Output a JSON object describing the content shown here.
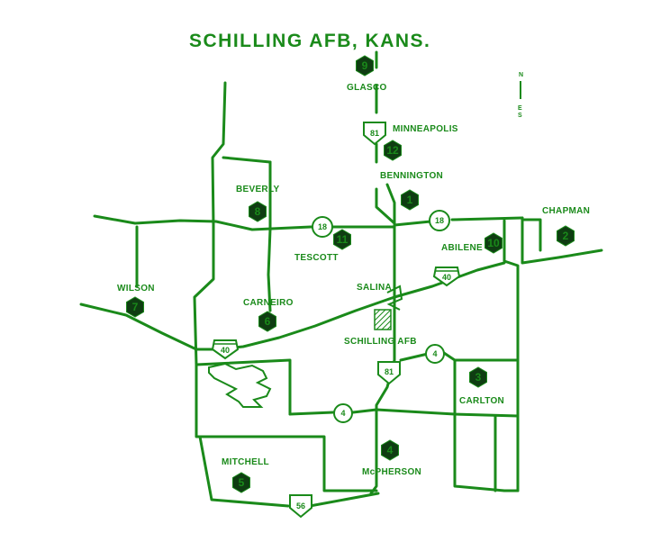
{
  "title": "SCHILLING AFB, KANS.",
  "north_arrow": {
    "letters": [
      "N",
      "E",
      "S"
    ]
  },
  "color": "#1a8a1a",
  "towns": [
    {
      "label": "GLASCO",
      "number": "9"
    },
    {
      "label": "MINNEAPOLIS",
      "number": "12"
    },
    {
      "label": "BENNINGTON",
      "number": "1"
    },
    {
      "label": "BEVERLY",
      "number": "8"
    },
    {
      "label": "CHAPMAN",
      "number": "2"
    },
    {
      "label": "TESCOTT",
      "number": "11"
    },
    {
      "label": "ABILENE",
      "number": "10"
    },
    {
      "label": "WILSON",
      "number": "7"
    },
    {
      "label": "SALINA",
      "number": ""
    },
    {
      "label": "CARNEIRO",
      "number": "6"
    },
    {
      "label": "SCHILLING AFB",
      "number": ""
    },
    {
      "label": "CARLTON",
      "number": "3"
    },
    {
      "label": "MITCHELL",
      "number": "5"
    },
    {
      "label": "McPHERSON",
      "number": "4"
    }
  ],
  "routes": [
    {
      "type": "state",
      "number": "18"
    },
    {
      "type": "state",
      "number": "18"
    },
    {
      "type": "state",
      "number": "4"
    },
    {
      "type": "state",
      "number": "4"
    },
    {
      "type": "interstate",
      "number": "40"
    },
    {
      "type": "interstate",
      "number": "40"
    },
    {
      "type": "us",
      "number": "81"
    },
    {
      "type": "us",
      "number": "81"
    },
    {
      "type": "us",
      "number": "56"
    }
  ]
}
